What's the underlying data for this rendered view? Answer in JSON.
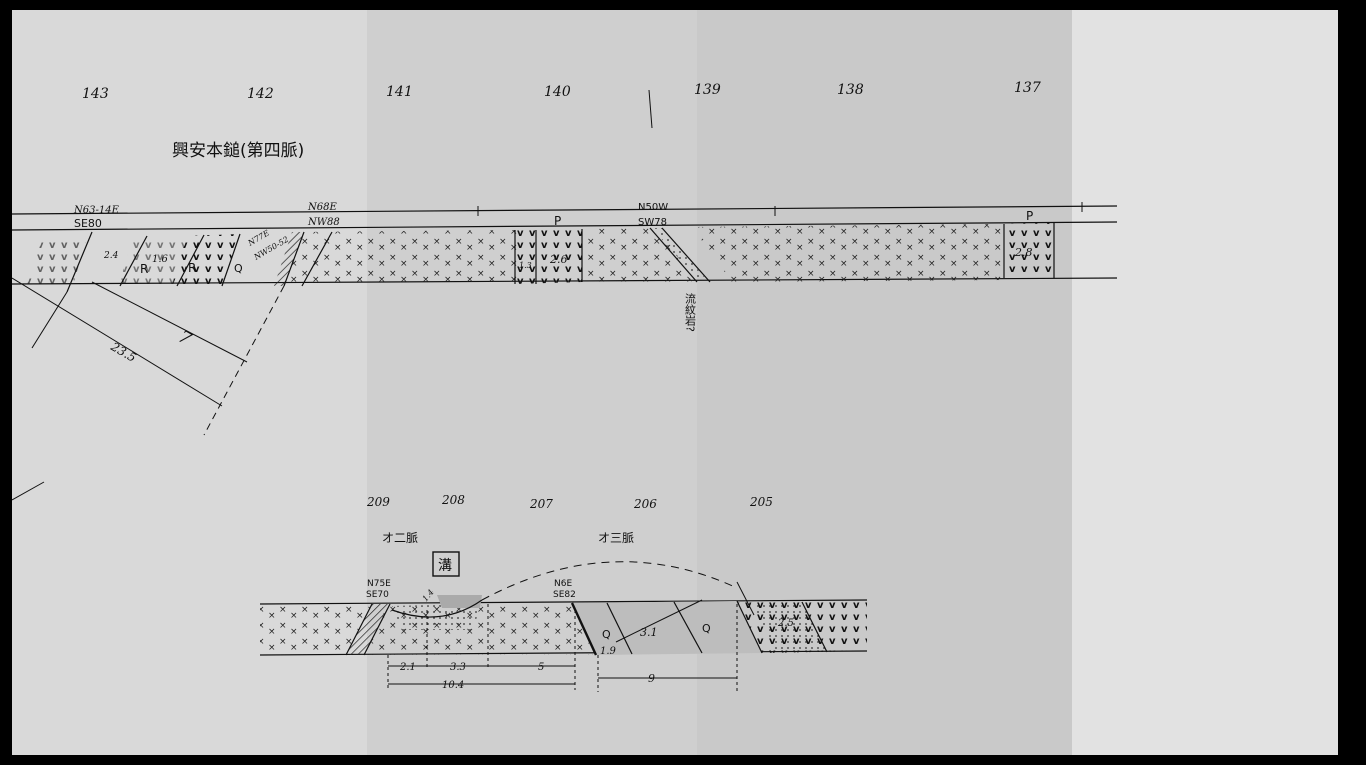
{
  "title": "興安本鎚(第四脈)",
  "upper_section": {
    "stations": [
      "143",
      "142",
      "141",
      "140",
      "139",
      "138",
      "137"
    ],
    "attitudes": {
      "a1_top": "N63-14E",
      "a1_bottom": "SE80",
      "a2_top": "N68E",
      "a2_bottom": "NW88",
      "a3_top": "N50W",
      "a3_bottom": "SW78",
      "a4_top": "N77E",
      "a4_bottom": "NW50-52"
    },
    "widths": {
      "w24": "2.4",
      "w16": "1.6",
      "w26": "2.6",
      "w28": "2.8",
      "w13": "1.3",
      "w7": "7",
      "w235": "23.5"
    },
    "rock_labels": {
      "R1": "R",
      "R2": "R",
      "Q": "Q",
      "P1": "P",
      "P2": "P"
    },
    "rhyolite_note": "流紋岩?"
  },
  "lower_section": {
    "stations": [
      "209",
      "208",
      "207",
      "206",
      "205"
    ],
    "vein2": "オ二脈",
    "vein3": "オ三脈",
    "mizo": "溝",
    "attitudes": {
      "b1_top": "N75E",
      "b1_bottom": "SE70",
      "b2_top": "N6E",
      "b2_bottom": "SE82"
    },
    "widths": {
      "d21": "2.1",
      "d33": "3.3",
      "d5": "5",
      "d104": "10.4",
      "d19": "1.9",
      "d31": "3.1",
      "d9": "9",
      "d25": "2.5",
      "d14": "1.4"
    },
    "rock_labels": {
      "Q1": "Q",
      "Q2": "Q"
    }
  }
}
